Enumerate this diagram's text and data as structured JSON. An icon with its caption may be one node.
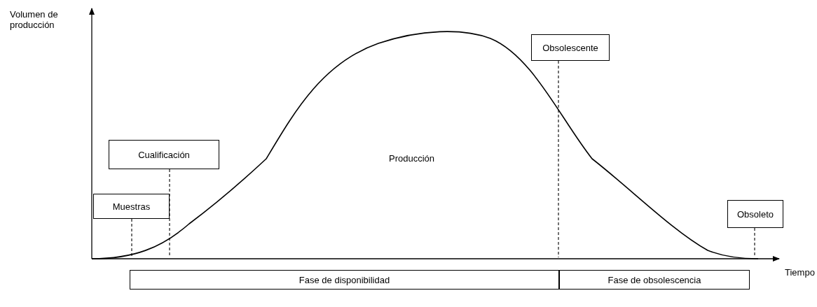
{
  "diagram": {
    "nodes": [
      {
        "text": [
          "Obsolescente"
        ]
      },
      {
        "text": [
          "Cualificación"
        ]
      },
      {
        "text": [
          "Obsoleto"
        ]
      },
      {
        "text": [
          "Muestras"
        ]
      },
      {
        "text": [
          "Fase de disponibilidad"
        ]
      },
      {
        "text": [
          "Fase de obsolescencia"
        ]
      }
    ],
    "edges": [
      {
        "from": 0,
        "to": null,
        "arrow": "none",
        "style": "dashed"
      },
      {
        "from": 1,
        "to": null,
        "arrow": "none",
        "style": "dashed"
      },
      {
        "from": 2,
        "to": null,
        "arrow": "none",
        "style": "dashed"
      },
      {
        "from": 3,
        "to": null,
        "arrow": "none",
        "style": "dashed"
      }
    ],
    "labels": [
      "Volumen de producción",
      "Producción",
      "Tiempo"
    ]
  }
}
